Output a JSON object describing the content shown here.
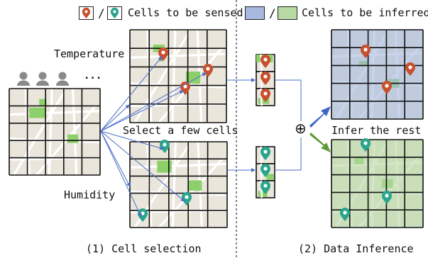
{
  "legend": {
    "sensed_label": "Cells to be sensed",
    "inferred_label": "Cells to be inferred",
    "separator": "/",
    "colors": {
      "temperature_pin": "#c8502d",
      "humidity_pin": "#2aa58c",
      "inferred_blue": "#a7b9df",
      "inferred_green": "#b7d9a4"
    }
  },
  "labels": {
    "temperature": "Temperature",
    "humidity": "Humidity",
    "users_ellipsis": "...",
    "select_cells": "Select a few cells",
    "infer_rest": "Infer the rest",
    "combine_symbol": "⊕",
    "section1": "(1) Cell selection",
    "section2": "(2) Data Inference"
  },
  "icons": [
    "person-icon",
    "map-pin-icon",
    "plus-circle-icon",
    "arrow-icon"
  ]
}
